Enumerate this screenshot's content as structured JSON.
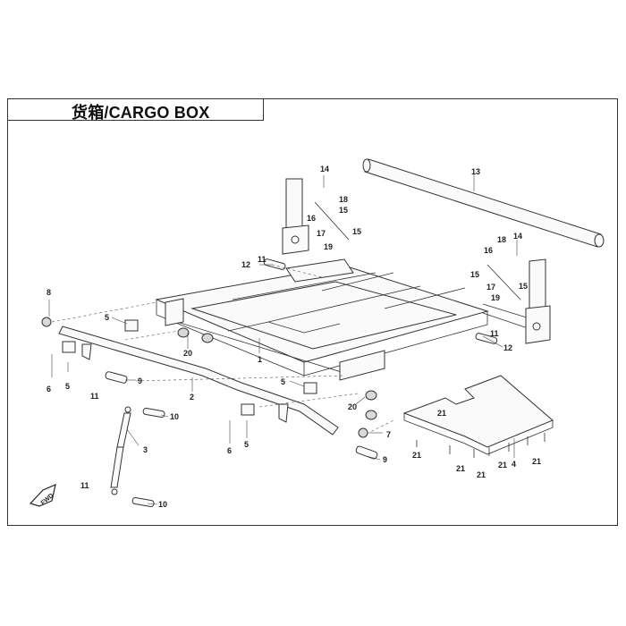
{
  "title": "货箱/CARGO BOX",
  "callouts": [
    {
      "n": "1"
    },
    {
      "n": "2"
    },
    {
      "n": "3"
    },
    {
      "n": "4"
    },
    {
      "n": "5"
    },
    {
      "n": "5"
    },
    {
      "n": "5"
    },
    {
      "n": "5"
    },
    {
      "n": "6"
    },
    {
      "n": "6"
    },
    {
      "n": "7"
    },
    {
      "n": "8"
    },
    {
      "n": "9"
    },
    {
      "n": "9"
    },
    {
      "n": "10"
    },
    {
      "n": "10"
    },
    {
      "n": "11"
    },
    {
      "n": "11"
    },
    {
      "n": "11"
    },
    {
      "n": "11"
    },
    {
      "n": "12"
    },
    {
      "n": "12"
    },
    {
      "n": "13"
    },
    {
      "n": "14"
    },
    {
      "n": "14"
    },
    {
      "n": "15"
    },
    {
      "n": "15"
    },
    {
      "n": "15"
    },
    {
      "n": "15"
    },
    {
      "n": "16"
    },
    {
      "n": "16"
    },
    {
      "n": "17"
    },
    {
      "n": "17"
    },
    {
      "n": "18"
    },
    {
      "n": "18"
    },
    {
      "n": "19"
    },
    {
      "n": "19"
    },
    {
      "n": "20"
    },
    {
      "n": "20"
    },
    {
      "n": "21"
    },
    {
      "n": "21"
    },
    {
      "n": "21"
    },
    {
      "n": "21"
    },
    {
      "n": "21"
    },
    {
      "n": "21"
    }
  ],
  "direction_marker": "FWD"
}
